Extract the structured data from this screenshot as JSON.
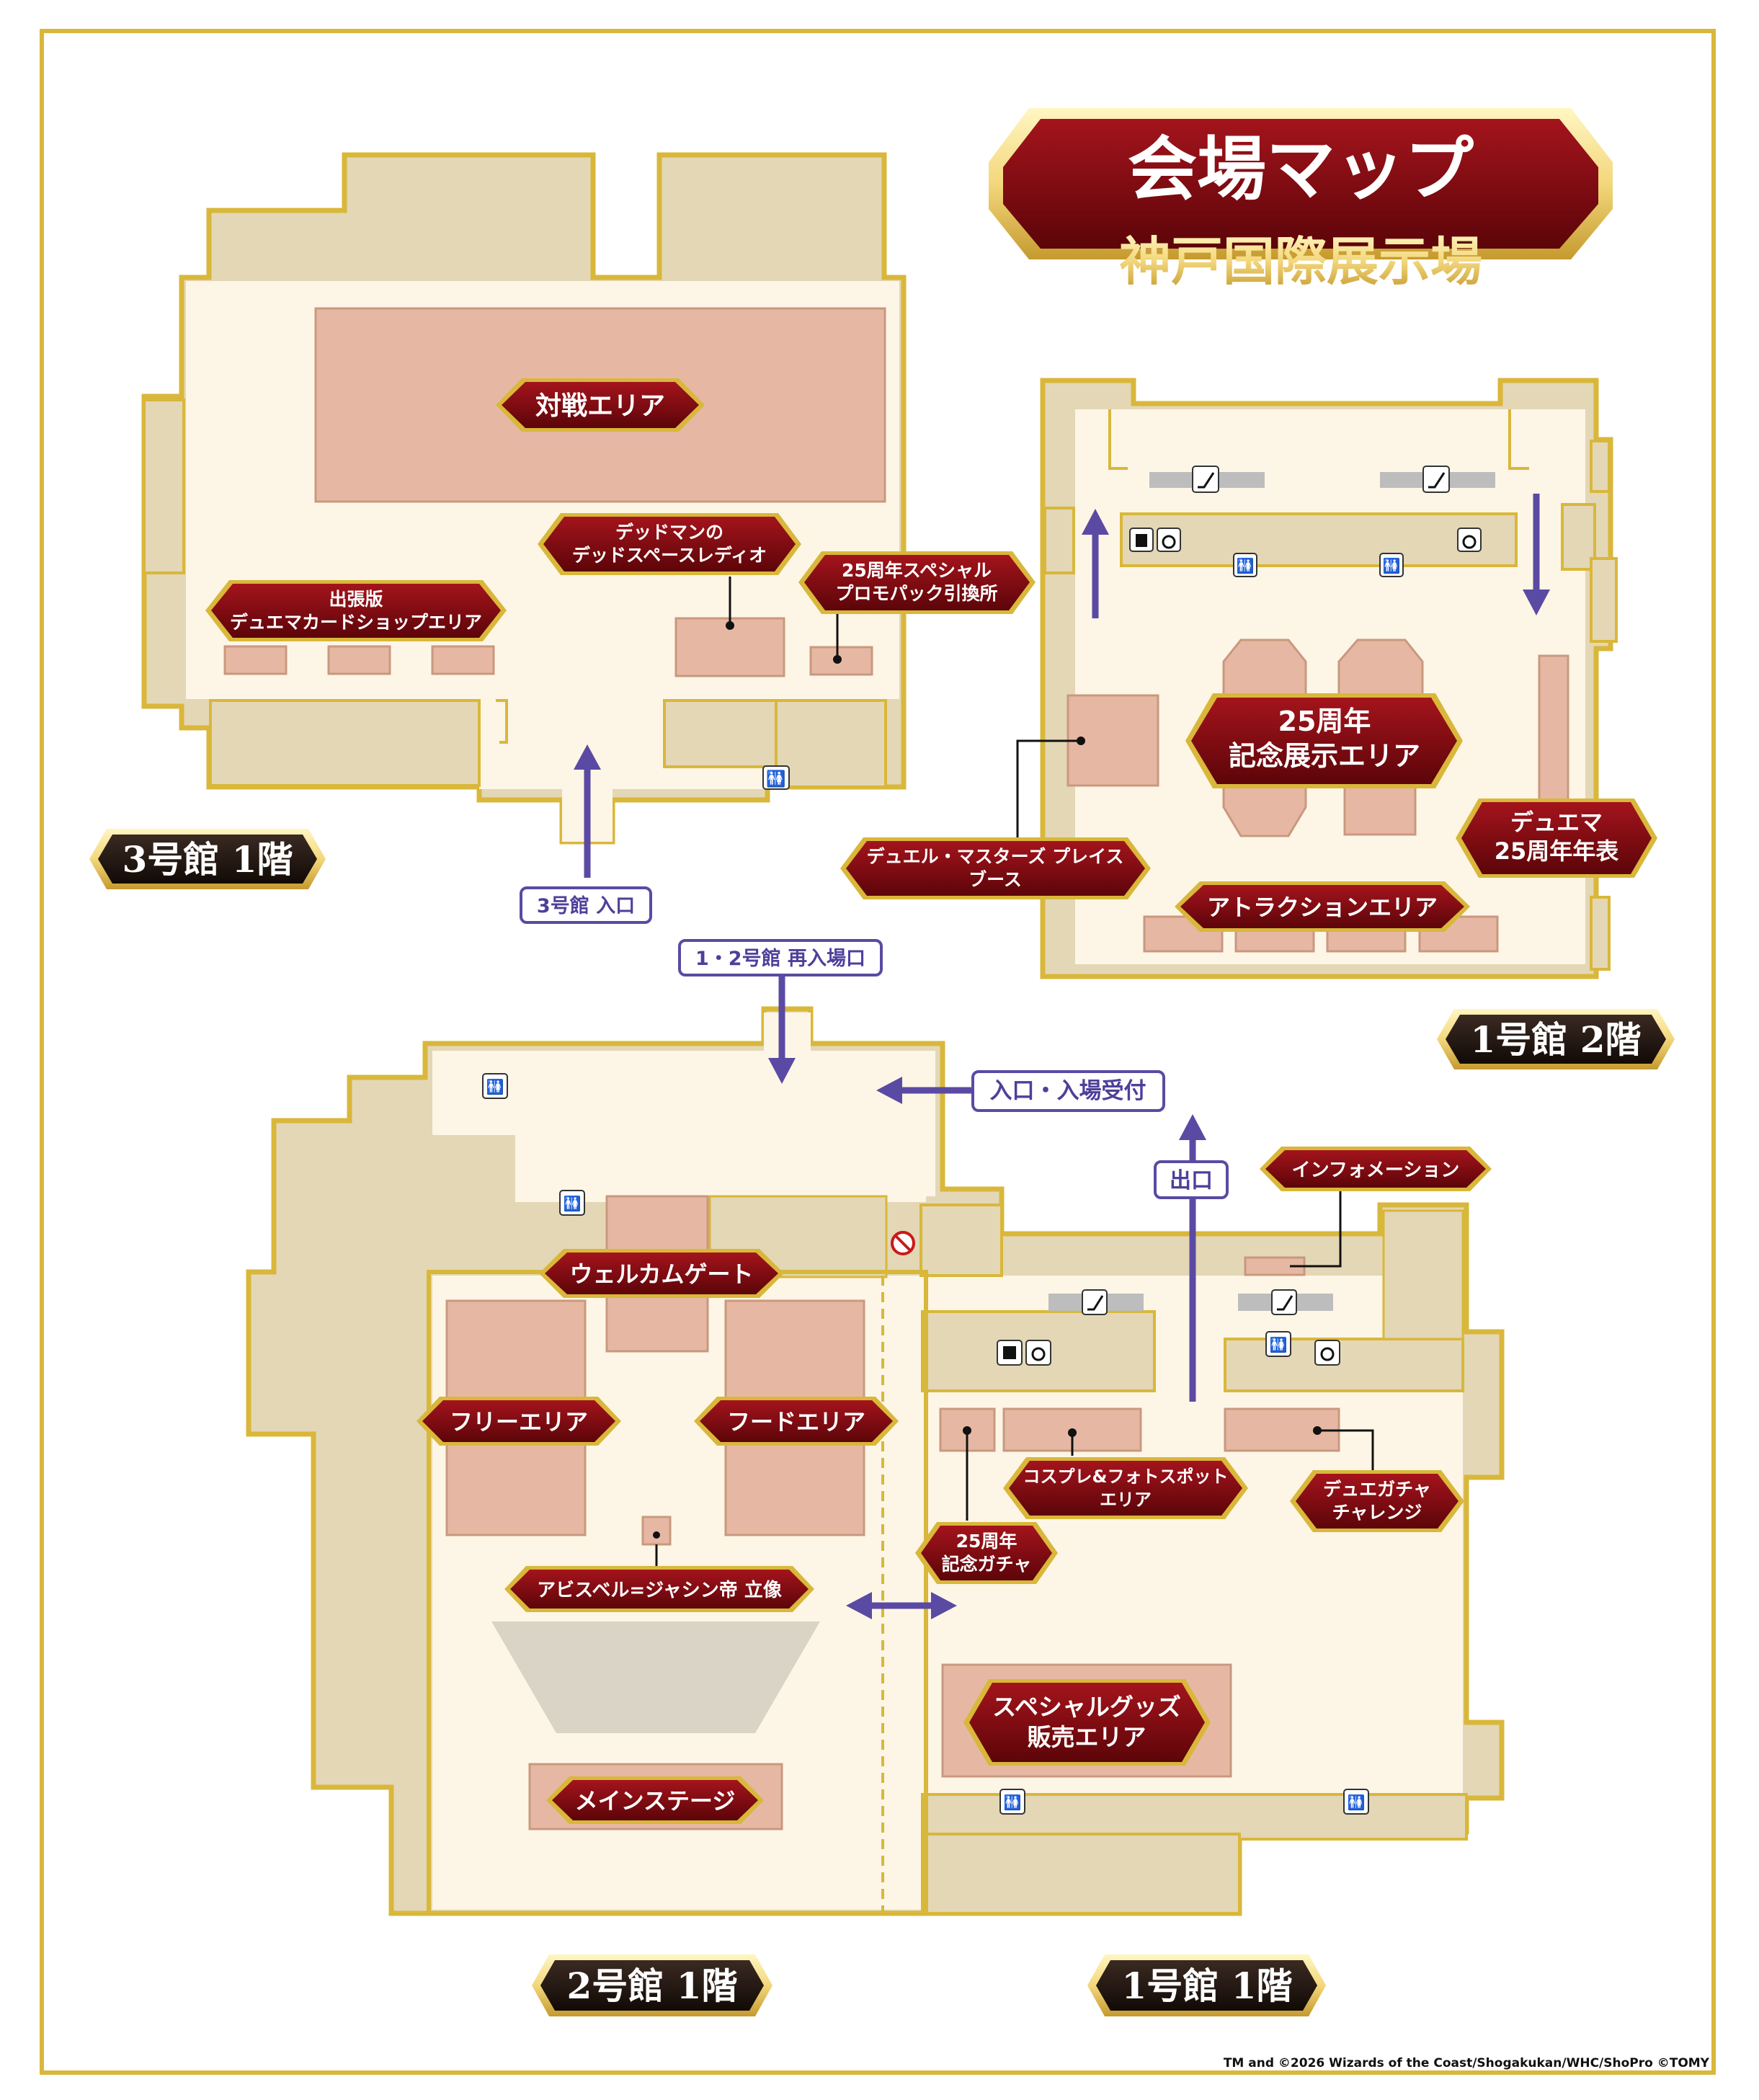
{
  "title": {
    "main": "会場マップ",
    "sub": "神戸国際展示場"
  },
  "halls": {
    "hall3": "3号館 1階",
    "hall1f2": "1号館 2階",
    "hall2": "2号館 1階",
    "hall1f1": "1号館 1階"
  },
  "labels": {
    "battle_area": "対戦エリア",
    "deadman_1": "デッドマンの",
    "deadman_2": "デッドスペースレディオ",
    "promo_1": "25周年スペシャル",
    "promo_2": "プロモパック引換所",
    "shop_1": "出張版",
    "shop_2": "デュエマカードショップエリア",
    "exhibit_1": "25周年",
    "exhibit_2": "記念展示エリア",
    "dm_place_1": "デュエル・マスターズ プレイス",
    "dm_place_2": "ブース",
    "timeline_1": "デュエマ",
    "timeline_2": "25周年年表",
    "attraction": "アトラクションエリア",
    "welcome_gate": "ウェルカムゲート",
    "free_area": "フリーエリア",
    "food_area": "フードエリア",
    "statue": "アビスベル=ジャシン帝 立像",
    "main_stage": "メインステージ",
    "information": "インフォメーション",
    "cosplay_1": "コスプレ&フォトスポット",
    "cosplay_2": "エリア",
    "gacha_challenge_1": "デュエガチャ",
    "gacha_challenge_2": "チャレンジ",
    "anniv_gacha_1": "25周年",
    "anniv_gacha_2": "記念ガチャ",
    "goods_1": "スペシャルグッズ",
    "goods_2": "販売エリア"
  },
  "signs": {
    "hall3_entrance": "3号館 入口",
    "reentry": "1・2号館 再入場口",
    "entrance": "入口・入場受付",
    "exit": "出口"
  },
  "copyright": "TM and ©2026 Wizards of the Coast/Shogakukan/WHC/ShoPro   ©TOMY",
  "colors": {
    "frame_gold": "#d9b73a",
    "floor": "#fdf6e6",
    "wall": "#e3d7b6",
    "area": "#e6b8a3",
    "label_red": "#7d0a12",
    "arrow_purple": "#5b4aa3"
  }
}
